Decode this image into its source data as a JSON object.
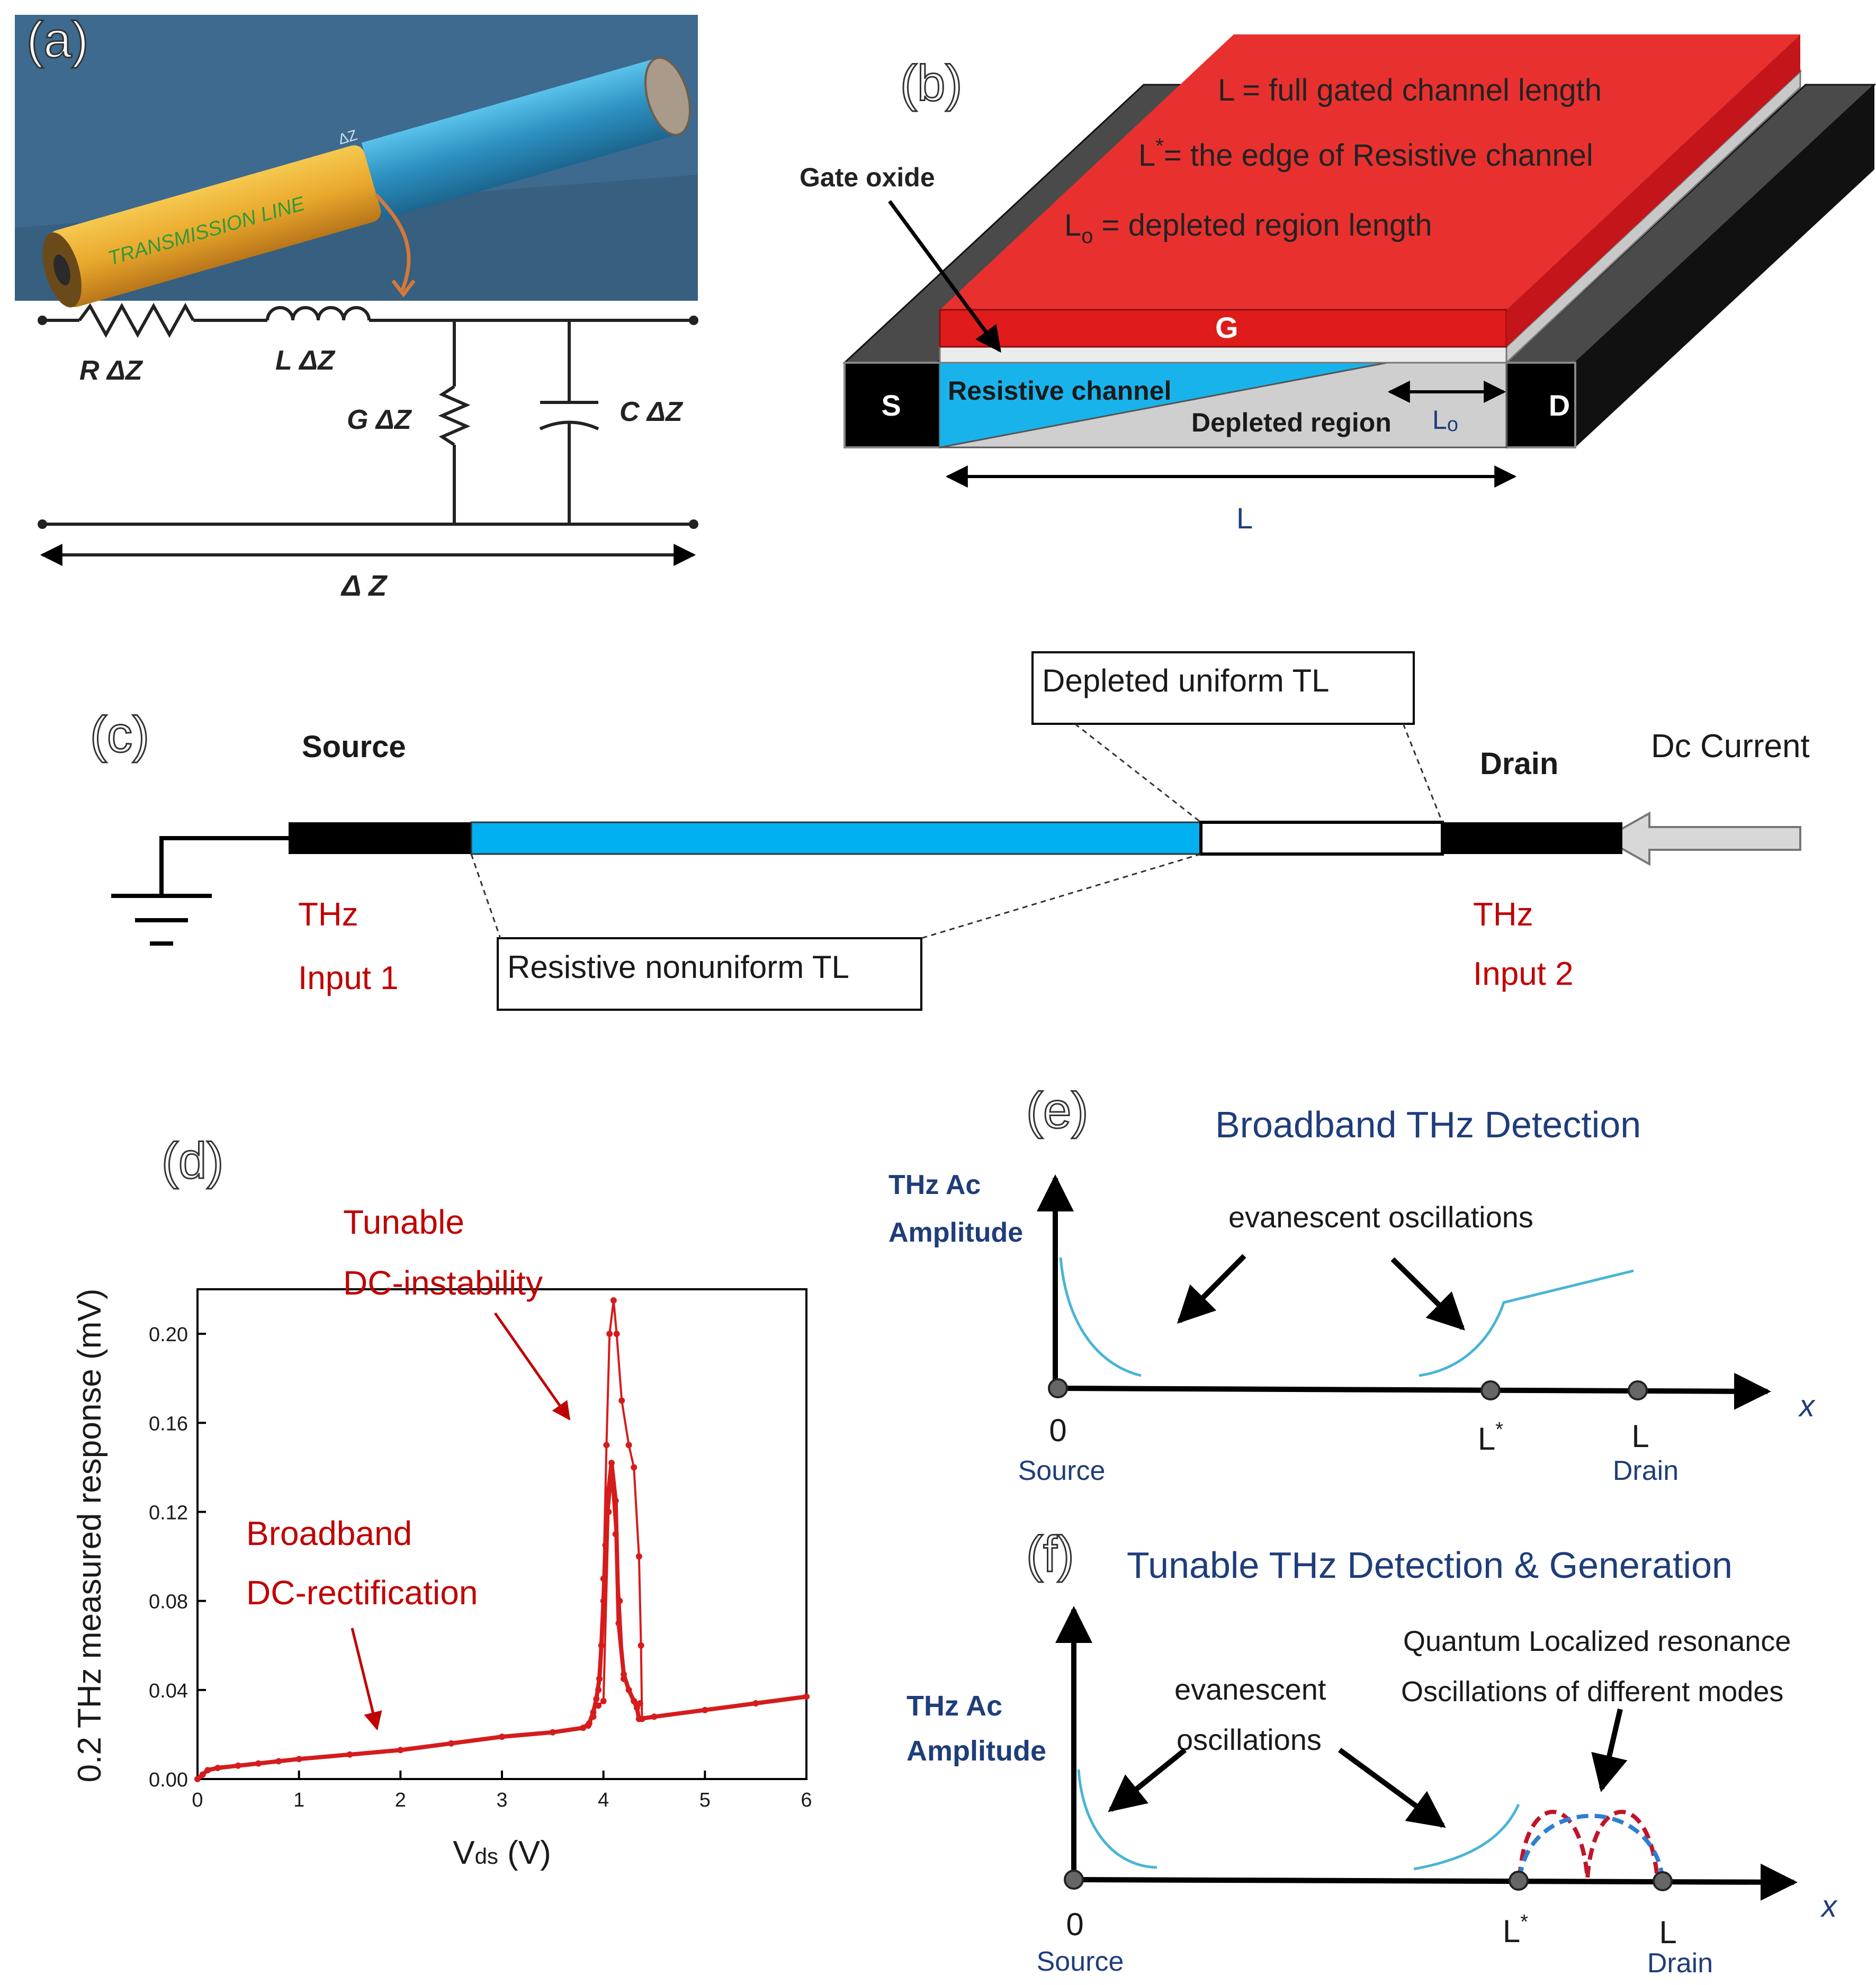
{
  "panel_labels": {
    "a": "(a)",
    "b": "(b)",
    "c": "(c)",
    "d": "(d)",
    "e": "(e)",
    "f": "(f)"
  },
  "panel_a": {
    "cable_text": "TRANSMISSION LINE",
    "dz_mark": "ΔZ",
    "r": "R ΔZ",
    "l": "L ΔZ",
    "g": "G ΔZ",
    "c": "C ΔZ",
    "dz": "Δ Z",
    "colors": {
      "background": "#3d6a8e",
      "cable_yellow": "#e9a92c",
      "cable_blue": "#2c8fbf",
      "arrow": "#d4783a"
    }
  },
  "panel_b": {
    "line1": "L = full gated channel length",
    "line2_main": "L",
    "line2_sup": "*",
    "line2_rest": "= the edge of Resistive channel",
    "line3_main": "L",
    "line3_sub": "o",
    "line3_rest": " = depleted region length",
    "gate_oxide": "Gate oxide",
    "gate": "G",
    "source": "S",
    "drain": "D",
    "resistive_channel": "Resistive channel",
    "depleted_region": "Depleted region",
    "lo_main": "L",
    "lo_sub": "o",
    "length": "L",
    "colors": {
      "gate": "#e8312f",
      "gate_side": "#c4151a",
      "channel": "#19b3ec",
      "body": "#1a1a1a"
    }
  },
  "panel_c": {
    "source": "Source",
    "drain": "Drain",
    "dc_current": "Dc Current",
    "depleted_tl": "Depleted uniform TL",
    "resistive_tl": "Resistive nonuniform TL",
    "thz1_line1": "THz",
    "thz1_line2": "Input 1",
    "thz2_line1": "THz",
    "thz2_line2": "Input 2",
    "colors": {
      "tl": "#00b0f0",
      "thz": "#c00000"
    }
  },
  "panel_d": {
    "ann_tunable_1": "Tunable",
    "ann_tunable_2": "DC-instability",
    "ann_broad_1": "Broadband",
    "ann_broad_2": "DC-rectification",
    "colors": {
      "series": "#d51c1c",
      "annotation": "#c00000"
    }
  },
  "panel_e": {
    "title": "Broadband THz Detection",
    "ylabel_1": "THz Ac",
    "ylabel_2": "Amplitude",
    "annotation": "evanescent oscillations",
    "x_axis": "x",
    "tick_0": "0",
    "tick_0_sub": "Source",
    "tick_lstar": "L",
    "tick_lstar_sup": "*",
    "tick_l": "L",
    "tick_l_sub": "Drain",
    "colors": {
      "title": "#1f3d7a",
      "curve": "#49b4d6"
    }
  },
  "panel_f": {
    "title": "Tunable THz Detection & Generation",
    "ylabel_1": "THz Ac",
    "ylabel_2": "Amplitude",
    "ann_evan_1": "evanescent",
    "ann_evan_2": "oscillations",
    "ann_quantum_1": "Quantum Localized resonance",
    "ann_quantum_2": "Oscillations of different modes",
    "x_axis": "x",
    "tick_0": "0",
    "tick_0_sub": "Source",
    "tick_lstar": "L",
    "tick_lstar_sup": "*",
    "tick_l": "L",
    "tick_l_sub": "Drain",
    "colors": {
      "mode_red": "#c0152a",
      "mode_blue": "#2f7fd1"
    }
  },
  "chart_data": {
    "type": "line",
    "xlabel_main": "V",
    "xlabel_sub": "ds",
    "xlabel_unit": " (V)",
    "ylabel": "0.2 THz measured response (mV)",
    "xlim": [
      0,
      6
    ],
    "ylim": [
      0,
      0.22
    ],
    "x_ticks": [
      "0",
      "1",
      "2",
      "3",
      "4",
      "5",
      "6"
    ],
    "y_ticks": [
      "0.00",
      "0.04",
      "0.08",
      "0.12",
      "0.16",
      "0.20"
    ],
    "series": [
      {
        "points": [
          [
            0.0,
            0.0
          ],
          [
            0.05,
            0.002
          ],
          [
            0.1,
            0.004
          ],
          [
            0.2,
            0.005
          ],
          [
            0.4,
            0.006
          ],
          [
            0.6,
            0.007
          ],
          [
            0.8,
            0.008
          ],
          [
            1.0,
            0.009
          ],
          [
            1.5,
            0.011
          ],
          [
            2.0,
            0.013
          ],
          [
            2.5,
            0.016
          ],
          [
            3.0,
            0.019
          ],
          [
            3.5,
            0.021
          ],
          [
            3.8,
            0.023
          ],
          [
            3.86,
            0.025
          ],
          [
            3.9,
            0.03
          ],
          [
            3.93,
            0.036
          ],
          [
            3.96,
            0.045
          ],
          [
            3.98,
            0.06
          ],
          [
            4.0,
            0.08
          ],
          [
            4.02,
            0.105
          ],
          [
            4.05,
            0.13
          ],
          [
            4.08,
            0.142
          ],
          [
            4.12,
            0.125
          ],
          [
            4.15,
            0.07
          ],
          [
            4.2,
            0.047
          ],
          [
            4.25,
            0.04
          ],
          [
            4.3,
            0.035
          ],
          [
            4.33,
            0.032
          ],
          [
            4.35,
            0.027
          ],
          [
            4.5,
            0.028
          ],
          [
            5.0,
            0.031
          ],
          [
            5.5,
            0.034
          ],
          [
            6.0,
            0.037
          ]
        ]
      },
      {
        "points": [
          [
            3.85,
            0.024
          ],
          [
            3.9,
            0.028
          ],
          [
            3.95,
            0.04
          ],
          [
            4.0,
            0.09
          ],
          [
            4.03,
            0.15
          ],
          [
            4.06,
            0.2
          ],
          [
            4.1,
            0.215
          ],
          [
            4.13,
            0.2
          ],
          [
            4.18,
            0.17
          ],
          [
            4.25,
            0.15
          ],
          [
            4.3,
            0.14
          ],
          [
            4.35,
            0.1
          ],
          [
            4.37,
            0.06
          ],
          [
            4.38,
            0.027
          ]
        ]
      },
      {
        "points": [
          [
            3.95,
            0.033
          ],
          [
            4.0,
            0.035
          ],
          [
            4.05,
            0.12
          ],
          [
            4.08,
            0.135
          ],
          [
            4.12,
            0.11
          ],
          [
            4.16,
            0.08
          ],
          [
            4.2,
            0.045
          ],
          [
            4.3,
            0.035
          ],
          [
            4.36,
            0.034
          ]
        ]
      }
    ]
  }
}
